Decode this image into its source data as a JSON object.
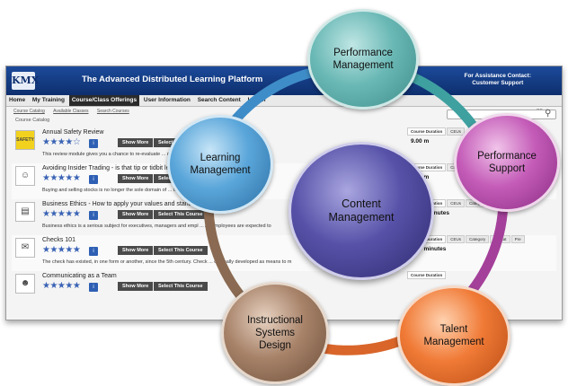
{
  "app": {
    "logo": "KMX",
    "title": "The Advanced Distributed Learning Platform",
    "assistance_line1": "For Assistance Contact:",
    "assistance_line2": "Customer Support"
  },
  "menu": [
    "Home",
    "My Training",
    "Course/Class Offerings",
    "User Information",
    "Search Content",
    "Logoff"
  ],
  "subnav": [
    "Course Catalog",
    "Available Classes",
    "Search Courses"
  ],
  "subnav_right": "Offerings",
  "catalog_label": "Course Catalog",
  "courses": [
    {
      "title": "Annual Safety Review",
      "desc": "This review module gives you a chance to re-evaluate ... determine whether or",
      "icon": "SAFETY",
      "duration": "9.00 m"
    },
    {
      "title": "Avoiding Insider Trading - is that tip or tidbit legal",
      "desc": "Buying and selling stocks is no longer the sole domain of ... In fact, ins",
      "icon": "user",
      "duration": "7.00 m"
    },
    {
      "title": "Business Ethics - How to apply your values and standards ... tions.",
      "desc": "Business ethics is a serious subject for executives, managers and empl ... All employees are expected to",
      "icon": "chart",
      "duration": "10.00 minutes"
    },
    {
      "title": "Checks 101",
      "desc": "The check has existed, in one form or another, since the 5th century. Check ... originally developed as means to m",
      "icon": "check",
      "duration": "2.00 minutes"
    },
    {
      "title": "Communicating as a Team",
      "desc": "",
      "icon": "team",
      "duration": ""
    }
  ],
  "buttons": {
    "show_more": "Show More",
    "select": "Select This Course"
  },
  "meta_tabs": [
    "Course Duration",
    "CEUs",
    "Category",
    "Format",
    "Pre"
  ],
  "cycle": {
    "center": [
      "Content",
      "Management"
    ],
    "nodes": [
      {
        "id": "performance-management",
        "lines": [
          "Performance",
          "Management"
        ],
        "color": "#5aa6a3"
      },
      {
        "id": "performance-support",
        "lines": [
          "Performance",
          "Support"
        ],
        "color": "#b44aa8"
      },
      {
        "id": "talent-management",
        "lines": [
          "Talent",
          "Management"
        ],
        "color": "#e0662a"
      },
      {
        "id": "instructional-systems-design",
        "lines": [
          "Instructional",
          "Systems",
          "Design"
        ],
        "color": "#8a6a52"
      },
      {
        "id": "learning-management",
        "lines": [
          "Learning",
          "Management"
        ],
        "color": "#3f8dc8"
      }
    ]
  },
  "colors": {
    "header": "#1c4a9a",
    "ring_blue": "#3f8dc8",
    "center": "#3e3a8a"
  }
}
